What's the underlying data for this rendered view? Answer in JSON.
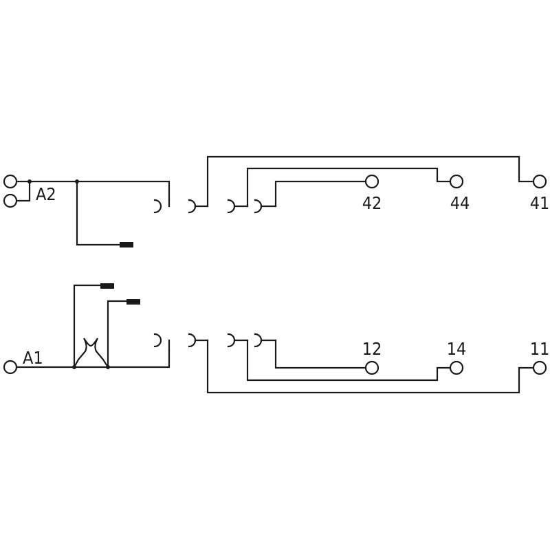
{
  "colors": {
    "line": "#1a1a1a",
    "terminal_fill": "#ffffff",
    "background": "#ffffff"
  },
  "labels": {
    "a2": "A2",
    "a1": "A1",
    "t42": "42",
    "t44": "44",
    "t41": "41",
    "t12": "12",
    "t14": "14",
    "t11": "11"
  }
}
